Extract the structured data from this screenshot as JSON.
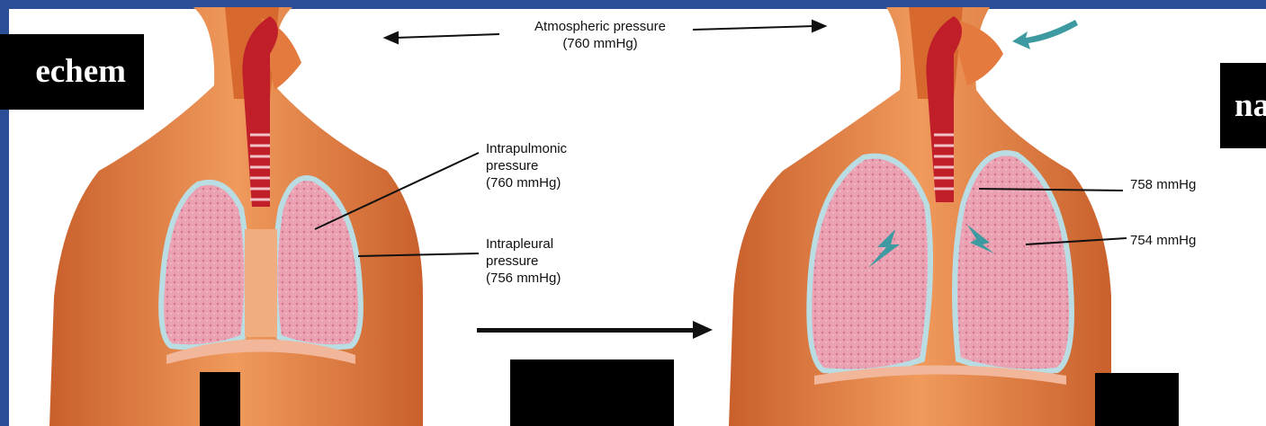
{
  "slide": {
    "frame_color": "#2c4e97",
    "skin_color": "#e07a3e",
    "lung_color": "#e9a0b1",
    "pleura_color": "#b9dde3",
    "trachea_color": "#c01f2a",
    "arrow_color": "#3d9aa0"
  },
  "labels": {
    "atmospheric_title": "Atmospheric pressure",
    "atmospheric_value": "(760 mmHg)",
    "intrapulmonic_l1": "Intrapulmonic",
    "intrapulmonic_l2": "pressure",
    "intrapulmonic_l3": "(760 mmHg)",
    "intrapleural_l1": "Intrapleural",
    "intrapleural_l2": "pressure",
    "intrapleural_l3": "(756 mmHg)",
    "right_pulmonic": "758 mmHg",
    "right_pleural": "754 mmHg"
  },
  "tags": {
    "left": "echem",
    "right": "na"
  }
}
